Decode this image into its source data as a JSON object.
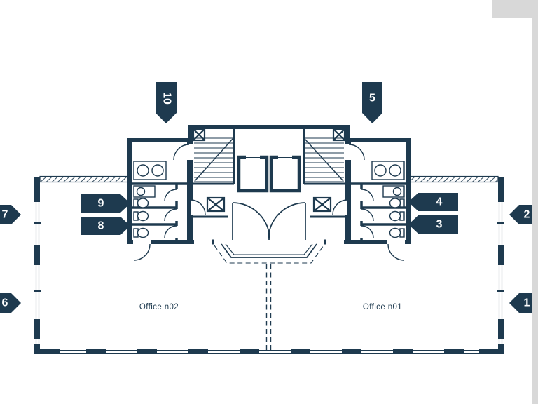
{
  "colors": {
    "background": "#ffffff",
    "wall": "#1e3a4f",
    "marker_bg": "#1e3a4f",
    "marker_text": "#ffffff",
    "page_edge": "#d8d8d8"
  },
  "offices": {
    "left_label": "Office n02",
    "right_label": "Office n01"
  },
  "markers": [
    {
      "label": "1",
      "location": "right-wall-lower",
      "direction": "left"
    },
    {
      "label": "2",
      "location": "right-wall-upper",
      "direction": "left"
    },
    {
      "label": "3",
      "location": "right-restroom-lower",
      "direction": "left"
    },
    {
      "label": "4",
      "location": "right-restroom-upper",
      "direction": "left"
    },
    {
      "label": "5",
      "location": "right-restroom-top",
      "direction": "down"
    },
    {
      "label": "6",
      "location": "left-wall-lower",
      "direction": "right"
    },
    {
      "label": "7",
      "location": "left-wall-upper",
      "direction": "right"
    },
    {
      "label": "8",
      "location": "left-restroom-lower",
      "direction": "right"
    },
    {
      "label": "9",
      "location": "left-restroom-upper",
      "direction": "right"
    },
    {
      "label": "10",
      "location": "left-restroom-top",
      "direction": "down"
    }
  ],
  "plan_symbols": [
    "staircase-icon",
    "elevator-icon",
    "shaft-x-icon",
    "toilet-icon",
    "sink-icon",
    "basin-counter-icon",
    "door-swing-icon",
    "entrance-doors-icon",
    "window-wall",
    "sunshade-hatch"
  ]
}
